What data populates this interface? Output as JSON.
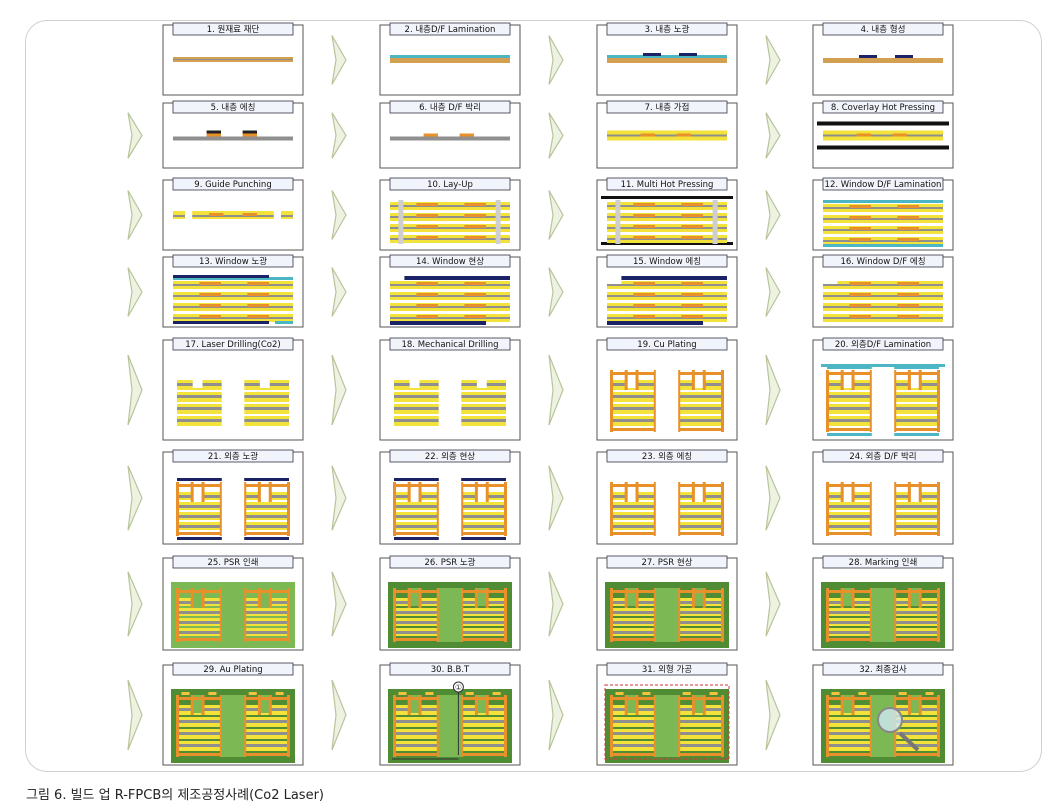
{
  "caption": "그림 6. 빌드 업 R-FPCB의 제조공정사례(Co2 Laser)",
  "steps": [
    "1. 원재료 재단",
    "2. 내층D/F Lamination",
    "3. 내층 노광",
    "4. 내층 형성",
    "5. 내층 에칭",
    "6. 내층 D/F 박리",
    "7. 내층 가접",
    "8. Coverlay Hot Pressing",
    "9. Guide Punching",
    "10. Lay-Up",
    "11. Multi Hot Pressing",
    "12. Window D/F Lamination",
    "13. Window 노광",
    "14. Window 현상",
    "15. Window 에칭",
    "16. Window D/F 에칭",
    "17. Laser Drilling(Co2)",
    "18. Mechanical Drilling",
    "19. Cu Plating",
    "20. 외층D/F Lamination",
    "21. 외층 노광",
    "22. 외층 현상",
    "23. 외층 에칭",
    "24. 외층 D/F 박리",
    "25. PSR 인쇄",
    "26. PSR 노광",
    "27. PSR 현상",
    "28. Marking 인쇄",
    "29. Au Plating",
    "30. B.B.T",
    "31. 외형 가공",
    "32. 최종검사"
  ],
  "bbt_marker": "①",
  "colors": {
    "core": "#8f8f8f",
    "copper": "#e8902a",
    "coverlay": "#f3e23a",
    "dryfilm": "#4db6c4",
    "mask": "#1c2266",
    "psr": "#7cb854",
    "psr_dark": "#4f8c34",
    "press_plate": "#111111",
    "gold": "#f2c33c",
    "arrow": "#b8c59a"
  }
}
